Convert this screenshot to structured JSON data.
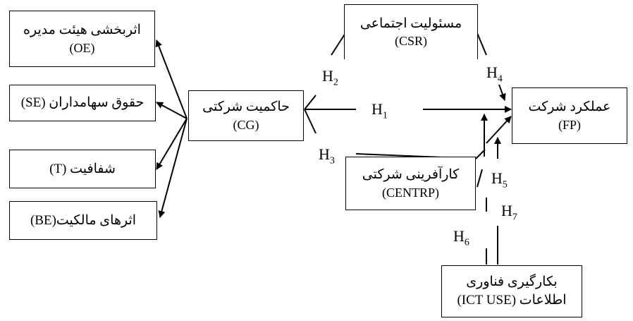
{
  "nodes": {
    "oe": {
      "fa": "اثربخشی هیئت مدیره",
      "en": "(OE)"
    },
    "se": {
      "fa": "حقوق سهامداران (SE)"
    },
    "t": {
      "fa": "شفافیت (T)"
    },
    "be": {
      "fa": "اثرهای مالکیت(BE)"
    },
    "cg": {
      "fa": "حاکمیت شرکتی",
      "en": "(CG)"
    },
    "csr": {
      "fa": "مسئولیت اجتماعی",
      "en": "(CSR)"
    },
    "fp": {
      "fa": "عملکرد شرکت",
      "en": "(FP)"
    },
    "centrp": {
      "fa": "کارآفرینی شرکتی",
      "en": "(CENTRP)"
    },
    "ict": {
      "fa": "بکارگیری فناوری",
      "fa2": "اطلاعات (ICT USE)"
    }
  },
  "hypotheses": [
    {
      "id": "h1",
      "base": "H",
      "sub": "1"
    },
    {
      "id": "h2",
      "base": "H",
      "sub": "2"
    },
    {
      "id": "h3",
      "base": "H",
      "sub": "3"
    },
    {
      "id": "h4",
      "base": "H",
      "sub": "4"
    },
    {
      "id": "h5",
      "base": "H",
      "sub": "5"
    },
    {
      "id": "h6",
      "base": "H",
      "sub": "6"
    },
    {
      "id": "h7",
      "base": "H",
      "sub": "7"
    }
  ]
}
